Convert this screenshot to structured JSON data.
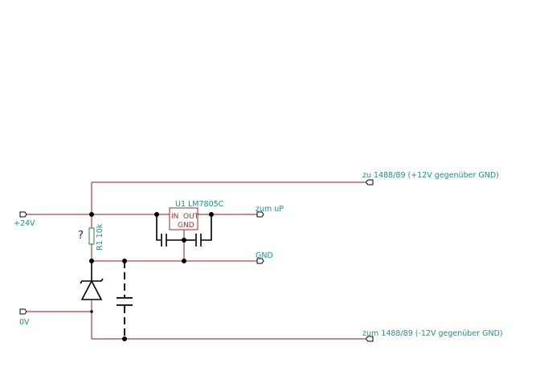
{
  "labels": {
    "plus24v": "+24V",
    "zero_v": "0V",
    "u1": "U1 LM7805C",
    "in": "IN",
    "out": "OUT",
    "gnd_pin": "GND",
    "zum_up": "zum uP",
    "gnd_net": "GND",
    "r1": "R1 10k",
    "question": "?",
    "zu_1488_plus": "zu 1488/89 (+12V gegenüber GND)",
    "zum_1488_minus": "zum 1488/89 (-12V gegenüber GND)"
  },
  "colors": {
    "wire": "#8b1a1a",
    "component": "#000000",
    "text": "#1f8c8c",
    "resistor_outline": "#2e7d32",
    "regulator_outline": "#a0282a"
  }
}
